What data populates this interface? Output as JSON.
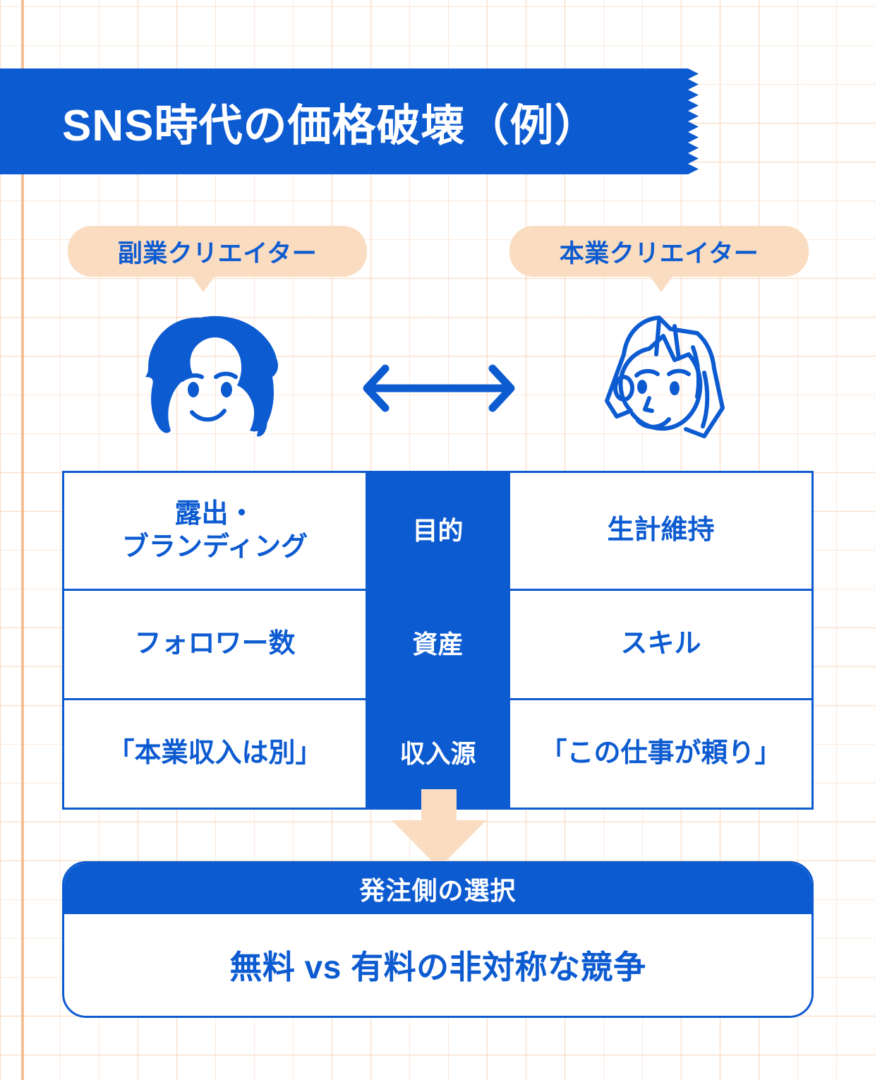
{
  "colors": {
    "brand_blue": "#0d5bd1",
    "peach": "#fadcc0",
    "grid_line": "#f6c49e",
    "margin_line": "#f4b482",
    "white": "#ffffff"
  },
  "title": {
    "text": "SNS時代の価格破壊（例）"
  },
  "comparison": {
    "left_label": "副業クリエイター",
    "right_label": "本業クリエイター",
    "left_avatar": "long-haired-person-filled-icon",
    "right_avatar": "bobbed-hair-person-outline-icon",
    "exchange_icon": "double-headed-arrow-icon"
  },
  "table": {
    "rows": [
      {
        "left": "露出・\nブランディング",
        "axis": "目的",
        "right": "生計維持"
      },
      {
        "left": "フォロワー数",
        "axis": "資産",
        "right": "スキル"
      },
      {
        "left": "「本業収入は別」",
        "axis": "収入源",
        "right": "「この仕事が頼り」"
      }
    ]
  },
  "flow": {
    "arrow_icon": "down-arrow-icon"
  },
  "conclusion": {
    "heading": "発注側の選択",
    "body": "無料 vs 有料の非対称な競争"
  }
}
